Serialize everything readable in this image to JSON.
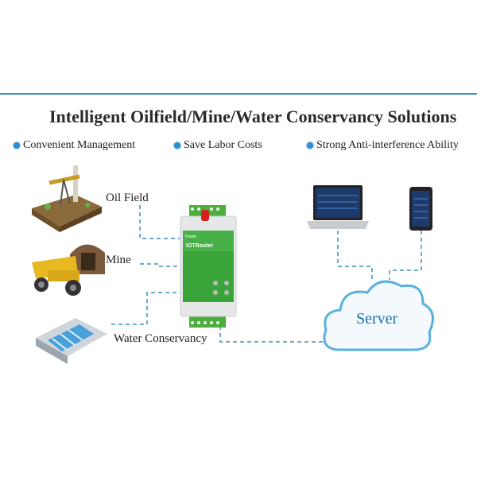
{
  "title": "Intelligent Oilfield/Mine/Water Conservancy Solutions",
  "bullets": [
    "Convenient Management",
    "Save Labor Costs",
    "Strong Anti-interference Ability"
  ],
  "sources": {
    "oil_field": "Oil Field",
    "mine": "Mine",
    "water": "Water Conservancy"
  },
  "device": {
    "power": "Power",
    "brand": "IOTRouter"
  },
  "server": "Server",
  "colors": {
    "accent": "#3a8fc0",
    "device_green": "#3aa33a",
    "line": "#3a8fc0"
  }
}
